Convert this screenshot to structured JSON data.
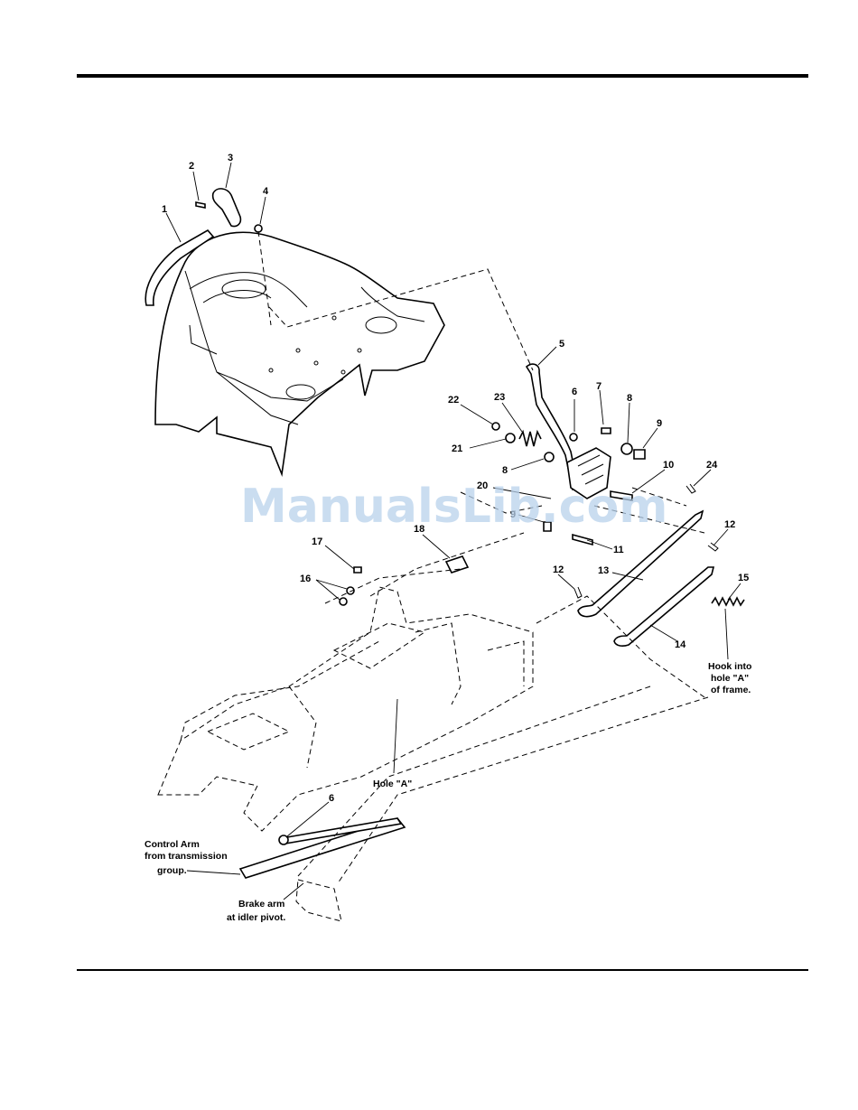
{
  "watermark": "ManualsLib.com",
  "callouts": {
    "c1": "1",
    "c2": "2",
    "c3": "3",
    "c4": "4",
    "c5": "5",
    "c6a": "6",
    "c6b": "6",
    "c7": "7",
    "c8a": "8",
    "c8b": "8",
    "c9a": "9",
    "c9b": "9",
    "c10": "10",
    "c11": "11",
    "c12a": "12",
    "c12b": "12",
    "c13": "13",
    "c14": "14",
    "c15": "15",
    "c16": "16",
    "c17": "17",
    "c18": "18",
    "c20": "20",
    "c21": "21",
    "c22": "22",
    "c23": "23",
    "c24": "24"
  },
  "notes": {
    "hook_line1": "Hook into",
    "hook_line2": "hole \"A\"",
    "hook_line3": "of frame.",
    "hole_a": "Hole \"A\"",
    "control_line1": "Control Arm",
    "control_line2": "from transmission",
    "control_line3": "group.",
    "brake_line1": "Brake arm",
    "brake_line2": "at idler pivot."
  }
}
